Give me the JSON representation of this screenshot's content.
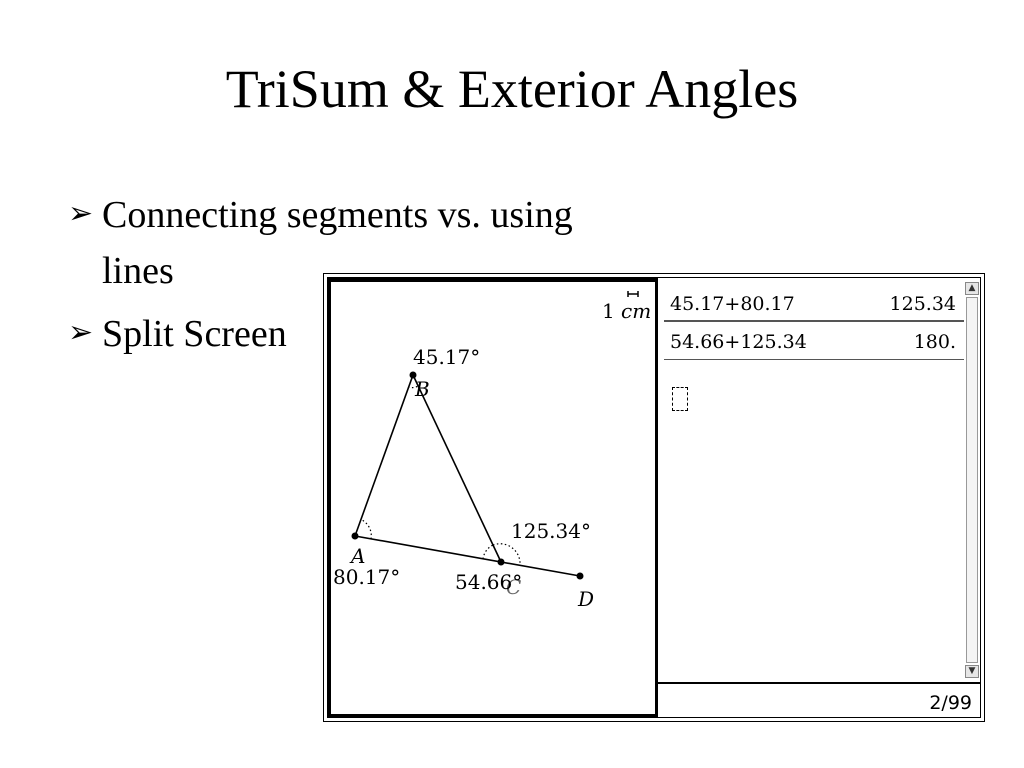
{
  "slide": {
    "title": "TriSum & Exterior Angles",
    "bullets": [
      {
        "line1": "Connecting segments vs. using",
        "line2": "lines"
      },
      {
        "line1": "Split Screen"
      }
    ],
    "bullet_marker": "➢"
  },
  "geometry": {
    "scale_label": "1",
    "scale_unit": "cm",
    "points": [
      {
        "name": "A"
      },
      {
        "name": "B"
      },
      {
        "name": "C"
      },
      {
        "name": "D"
      }
    ],
    "angle_labels": [
      "45.17°",
      "80.17°",
      "54.66°",
      "125.34°"
    ]
  },
  "calculator": {
    "rows": [
      {
        "expr": "45.17+80.17",
        "result": "125.34"
      },
      {
        "expr": "54.66+125.34",
        "result": "180."
      }
    ],
    "page_count": "2/99"
  },
  "colors": {
    "background": "#ffffff",
    "ink": "#000000",
    "divider": "#555555"
  },
  "icons": {
    "scroll_up": "chevron-up-icon",
    "scroll_down": "chevron-down-icon"
  }
}
